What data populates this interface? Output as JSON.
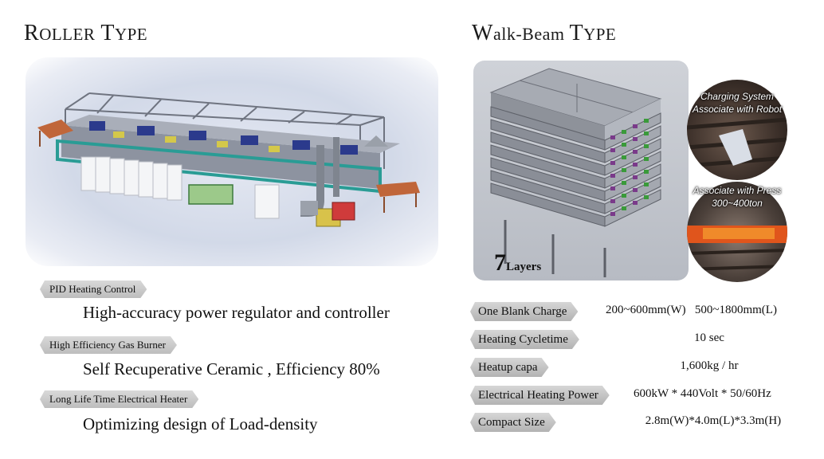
{
  "roller": {
    "title_first": "R",
    "title_rest": "OLLER",
    "title_second_first": "T",
    "title_second_rest": "YPE",
    "image_icon": "roller-furnace-render",
    "features": [
      {
        "tag": "PID Heating Control",
        "desc": "High-accuracy power regulator and controller"
      },
      {
        "tag": "High Efficiency Gas Burner",
        "desc": "Self Recuperative Ceramic , Efficiency 80%"
      },
      {
        "tag": "Long Life Time Electrical Heater",
        "desc": "Optimizing design of Load-density"
      }
    ]
  },
  "walk_beam": {
    "title_first": "W",
    "title_rest": "alk-Beam ",
    "title_second_first": "T",
    "title_second_rest": "YPE",
    "image_icon": "walk-beam-furnace-render",
    "layers_num": "7",
    "layers_label": "Layers",
    "circle_robot_label": "Charging System Associate with Robot",
    "circle_press_label": "Associate with Press 300~400ton",
    "specs": [
      {
        "label": "One Blank Charge",
        "value": "200~600mm(W)   500~1800mm(L)"
      },
      {
        "label": "Heating Cycletime",
        "value": "10 sec"
      },
      {
        "label": "Heatup capa",
        "value": "1,600kg / hr"
      },
      {
        "label": "Electrical Heating Power",
        "value": "600kW * 440Volt * 50/60Hz"
      },
      {
        "label": "Compact Size",
        "value": "2.8m(W)*4.0m(L)*3.3m(H)"
      }
    ]
  },
  "colors": {
    "accent_tag": "#c4c4c4",
    "panel_bg": "#d4dae8",
    "hot_steel": "#e0551c"
  }
}
